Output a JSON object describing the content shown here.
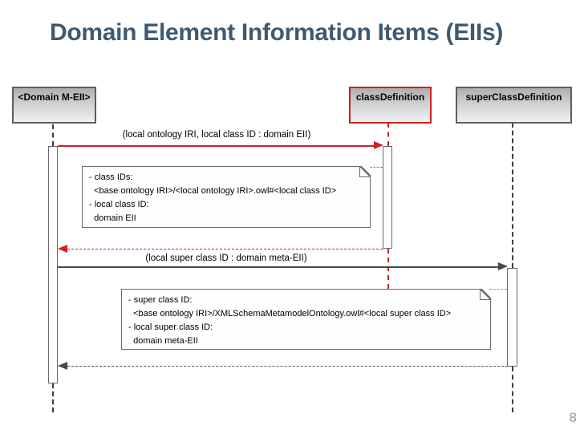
{
  "title": "Domain Element Information Items (EIIs)",
  "page_number": "8",
  "diagram": {
    "participants": [
      {
        "label": "<Domain M-EII>"
      },
      {
        "label": "classDefinition"
      },
      {
        "label": "superClassDefinition"
      }
    ],
    "messages": [
      {
        "label": "(local ontology IRI, local class ID : domain EII)",
        "type": "call",
        "color": "#cb2323"
      },
      {
        "label": "",
        "type": "return",
        "color": "#cb2323"
      },
      {
        "label": "(local super class ID : domain meta-EII)",
        "type": "call",
        "color": "#474747"
      },
      {
        "label": "",
        "type": "return",
        "color": "#555555"
      }
    ],
    "notes": [
      {
        "lines": [
          "- class IDs:",
          "  <base ontology IRI>/<local ontology IRI>.owl#<local class ID>",
          "- local class ID:",
          "  domain EII"
        ]
      },
      {
        "lines": [
          "- super class ID:",
          "  <base ontology IRI>/XMLSchemaMetamodelOntology.owl#<local super class ID>",
          "- local super class ID:",
          "  domain meta-EII"
        ]
      }
    ],
    "colors": {
      "title": "#3e5a72",
      "red_accent": "#cc2222",
      "dark_line": "#474747",
      "box_border": "#5e5e5e"
    }
  }
}
